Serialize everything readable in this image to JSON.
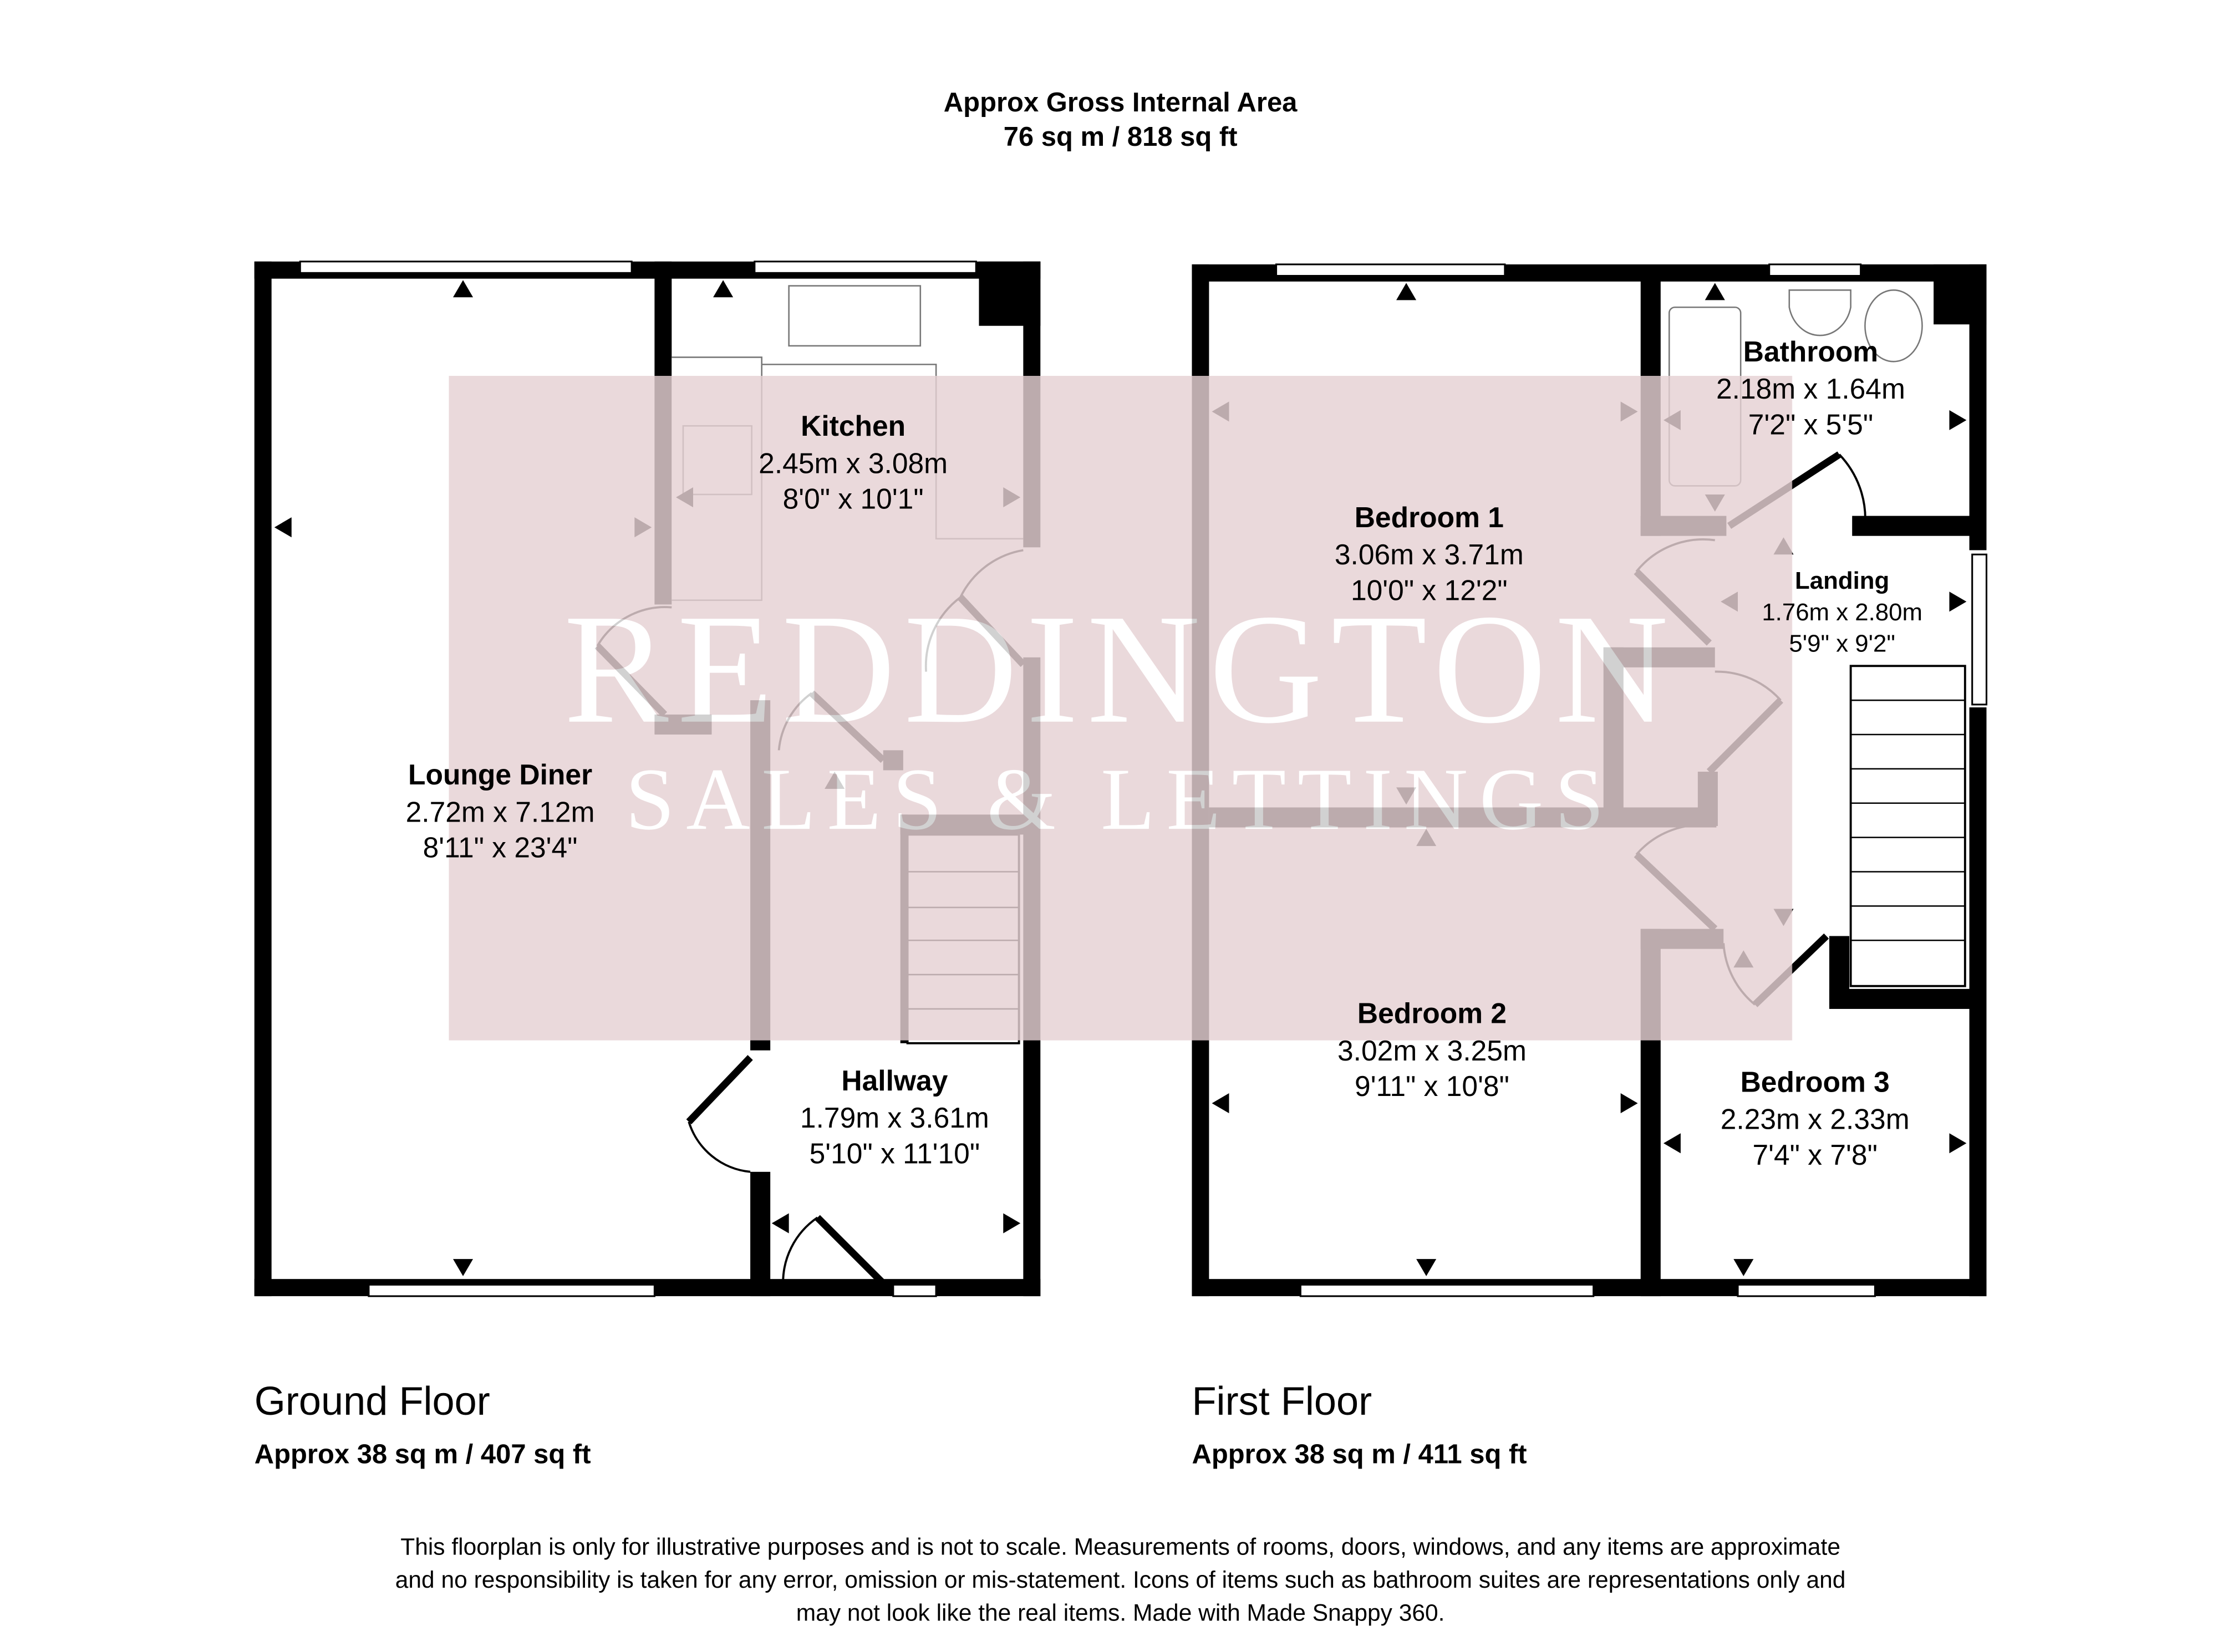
{
  "header": {
    "title": "Approx Gross Internal Area",
    "total_area": "76 sq m / 818 sq ft"
  },
  "watermark": {
    "brand": "REDDINGTON",
    "tagline": "SALES & LETTINGS",
    "tint": "#e6d1d4"
  },
  "ground_floor": {
    "label": "Ground Floor",
    "area": "Approx 38 sq m / 407 sq ft",
    "rooms": [
      {
        "name": "Lounge Diner",
        "metric": "2.72m x 7.12m",
        "imperial": "8'11\" x 23'4\""
      },
      {
        "name": "Kitchen",
        "metric": "2.45m x 3.08m",
        "imperial": "8'0\" x 10'1\""
      },
      {
        "name": "Hallway",
        "metric": "1.79m x 3.61m",
        "imperial": "5'10\" x 11'10\""
      }
    ]
  },
  "first_floor": {
    "label": "First Floor",
    "area": "Approx 38 sq m / 411 sq ft",
    "rooms": [
      {
        "name": "Bedroom 1",
        "metric": "3.06m x 3.71m",
        "imperial": "10'0\" x 12'2\""
      },
      {
        "name": "Bathroom",
        "metric": "2.18m x 1.64m",
        "imperial": "7'2\" x 5'5\""
      },
      {
        "name": "Landing",
        "metric": "1.76m x 2.80m",
        "imperial": "5'9\" x 9'2\""
      },
      {
        "name": "Bedroom 2",
        "metric": "3.02m x 3.25m",
        "imperial": "9'11\" x 10'8\""
      },
      {
        "name": "Bedroom 3",
        "metric": "2.23m x 2.33m",
        "imperial": "7'4\" x 7'8\""
      }
    ]
  },
  "disclaimer": [
    "This floorplan is only for illustrative purposes and is not to scale. Measurements of rooms, doors, windows, and any items are approximate",
    "and no responsibility is taken for any error, omission or mis-statement. Icons of items such as bathroom suites are representations only and",
    "may not look like the real items. Made with Made Snappy 360."
  ]
}
